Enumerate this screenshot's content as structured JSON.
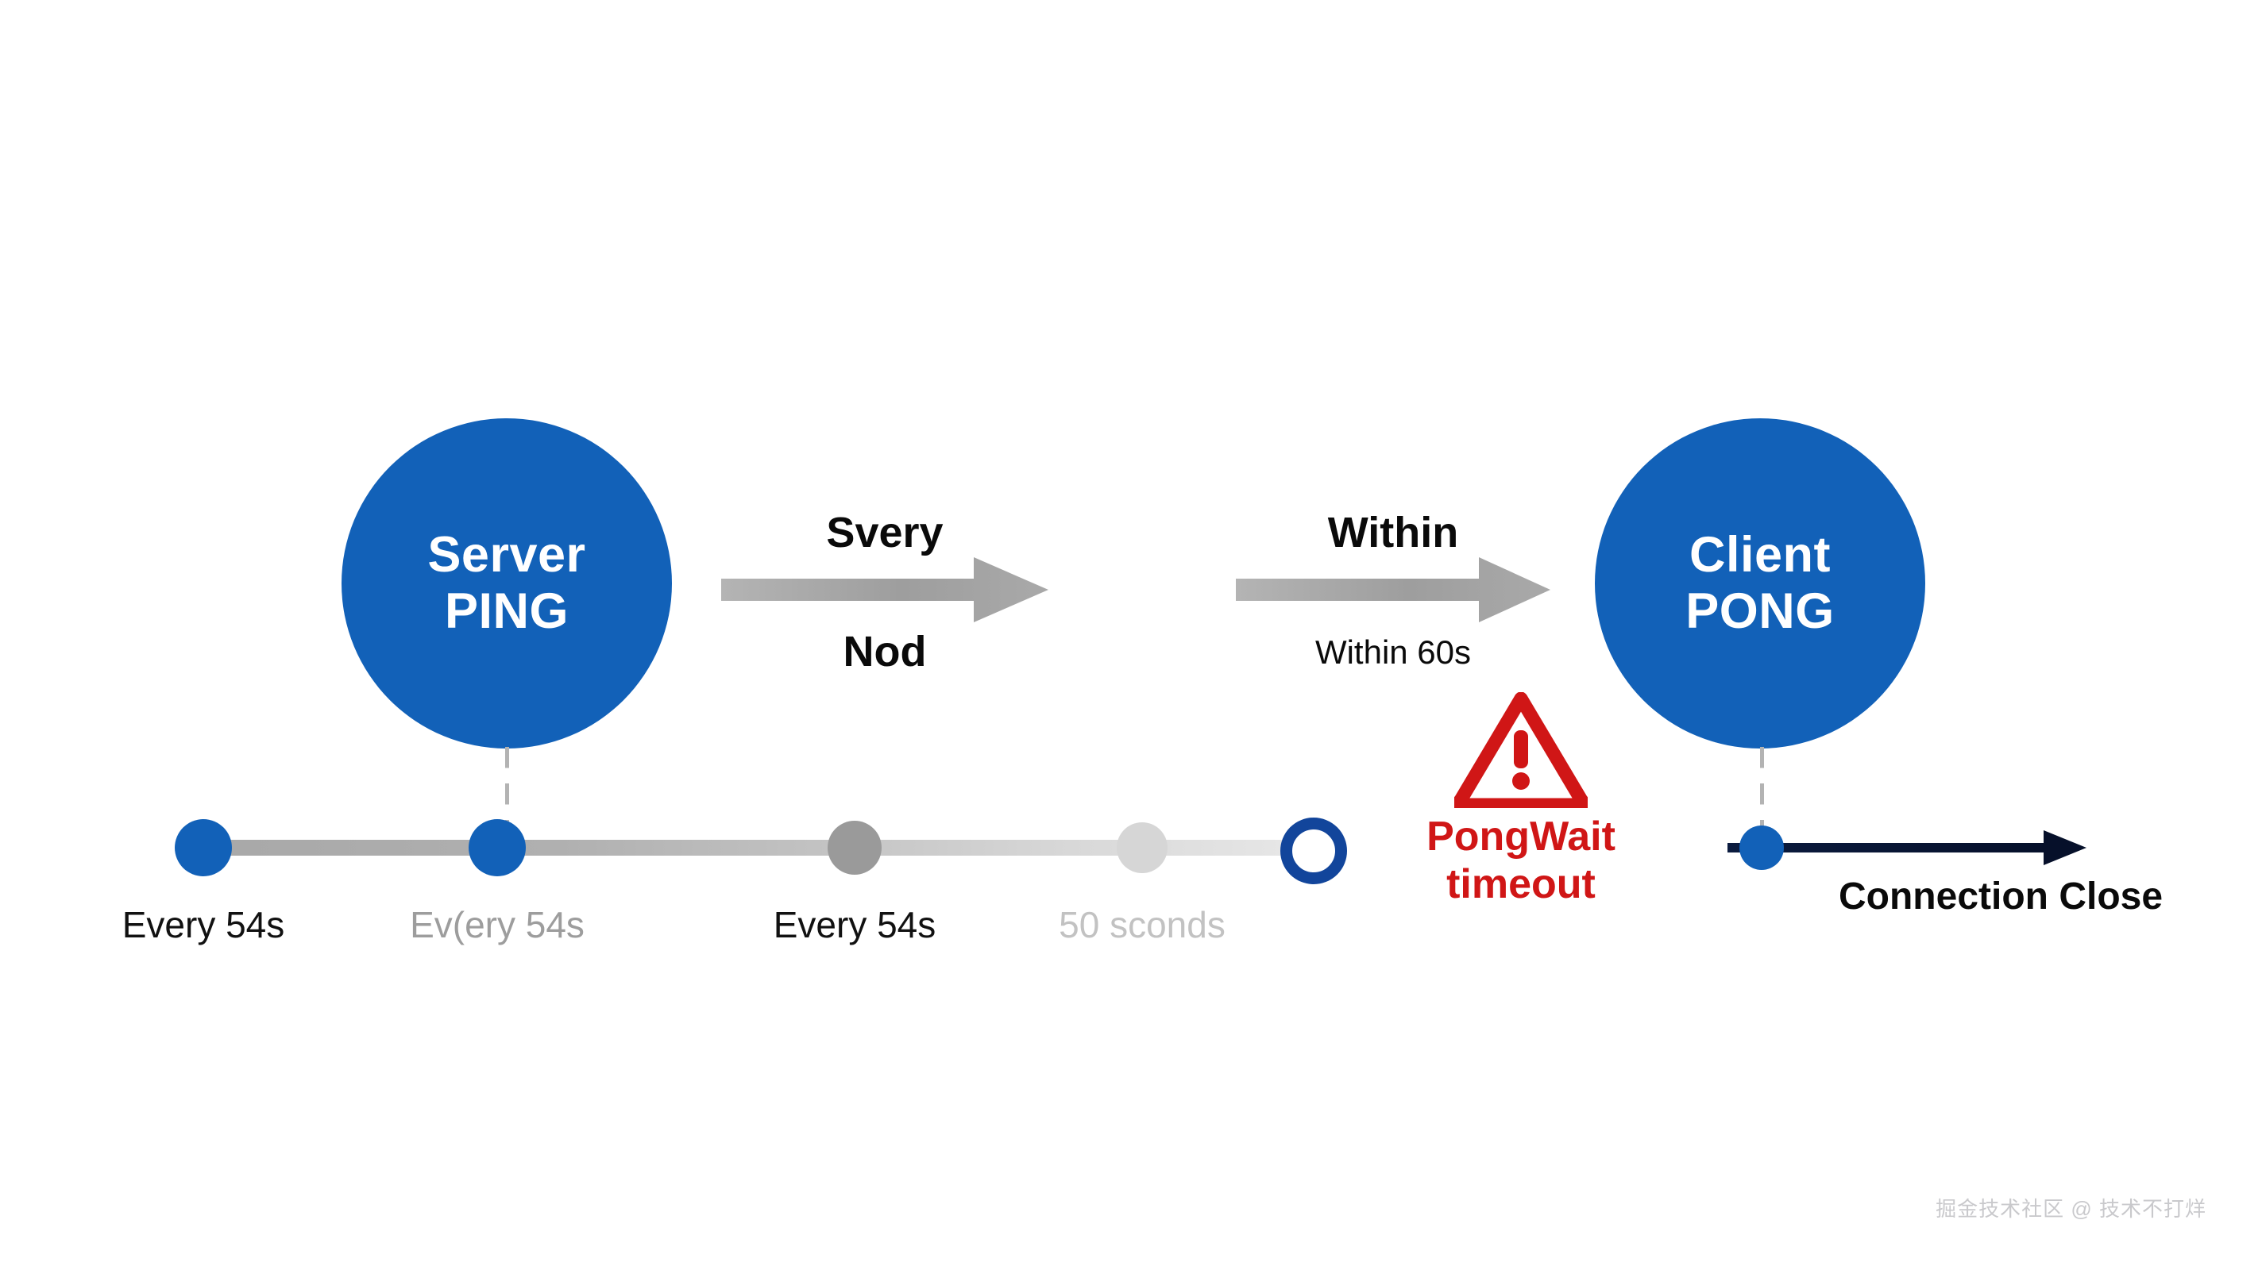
{
  "diagram": {
    "title": "WebSocket PING/PONG heartbeat timeline",
    "background_color": "#ffffff",
    "accent_blue": "#1261b8",
    "warning_red": "#d01616",
    "track_gray": "#b0b0b0",
    "navy": "#0b1b3f"
  },
  "nodes": [
    {
      "id": "server",
      "line1": "Server",
      "line2": "PING",
      "color": "#1261b8",
      "text_color": "#ffffff"
    },
    {
      "id": "client",
      "line1": "Client",
      "line2": "PONG",
      "color": "#1261b8",
      "text_color": "#ffffff"
    }
  ],
  "flows": [
    {
      "id": "server-to-mid",
      "label_top": "Svery",
      "label_bottom": "Nod",
      "label_bottom_style": "bold",
      "arrow_color": "#a6a6a6"
    },
    {
      "id": "mid-to-client",
      "label_top": "Within",
      "label_bottom": "Within 60s",
      "label_bottom_style": "regular",
      "arrow_color": "#a6a6a6"
    }
  ],
  "timeline": {
    "markers": [
      {
        "label": "Every 54s",
        "marker_type": "dot",
        "marker_color": "#1261b8",
        "label_color": "#111111"
      },
      {
        "label": "Ev(ery 54s",
        "marker_type": "dot",
        "marker_color": "#1261b8",
        "label_color": "#9d9d9d"
      },
      {
        "label": "Every 54s",
        "marker_type": "dot",
        "marker_color": "#9a9a9a",
        "label_color": "#111111"
      },
      {
        "label": "50 sconds",
        "marker_type": "dot",
        "marker_color": "#d5d5d5",
        "label_color": "#c0c0c0"
      },
      {
        "label": "",
        "marker_type": "ring",
        "marker_color": "#12459b",
        "label_color": "#111111"
      }
    ]
  },
  "warning": {
    "icon": "warning-triangle-icon",
    "line1": "PongWait",
    "line2": "timeout",
    "color": "#d01616"
  },
  "close_event": {
    "label": "Connection Close",
    "arrow_color": "#0b1b3f",
    "dot_color": "#1261b8"
  },
  "watermark": {
    "text": "掘金技术社区 @ 技术不打烊"
  }
}
